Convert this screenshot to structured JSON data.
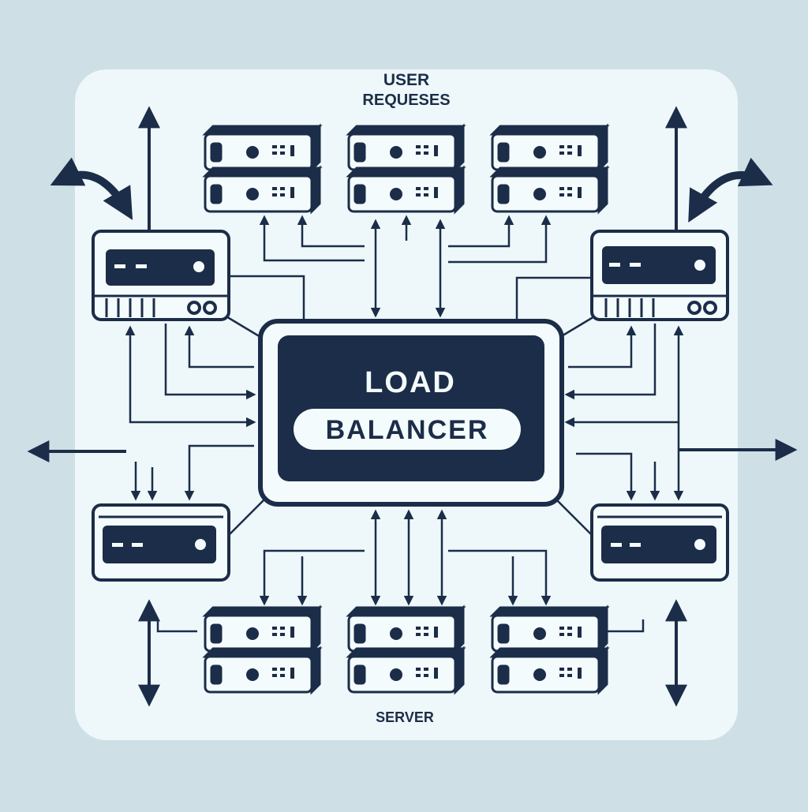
{
  "labels": {
    "top_line1": "USER",
    "top_line2": "REQUESES",
    "bottom": "SERVER",
    "center_line1": "LOAD",
    "center_line2": "BALANCER"
  },
  "colors": {
    "background": "#cfdfe6",
    "panel": "#eef8fa",
    "ink": "#1b2d48",
    "light": "#f4fbfc"
  },
  "icons": {
    "server": "rack-server-icon",
    "load_balancer": "load-balancer-box",
    "arrow": "arrow-icon"
  }
}
